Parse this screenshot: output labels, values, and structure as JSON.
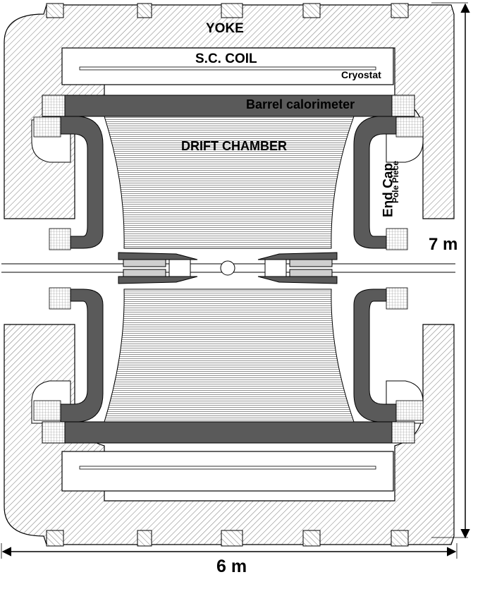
{
  "figure": {
    "labels": {
      "yoke": "YOKE",
      "coil": "S.C.  COIL",
      "cryostat": "Cryostat",
      "barrel": "Barrel calorimeter",
      "drift": "DRIFT CHAMBER",
      "endcap": "End Cap",
      "pole": "Pole Piece",
      "height": "7 m",
      "width": "6 m"
    },
    "colors": {
      "line": "#000000",
      "calorimeter": "#555555",
      "hatch": "#888888",
      "background": "#ffffff"
    }
  }
}
